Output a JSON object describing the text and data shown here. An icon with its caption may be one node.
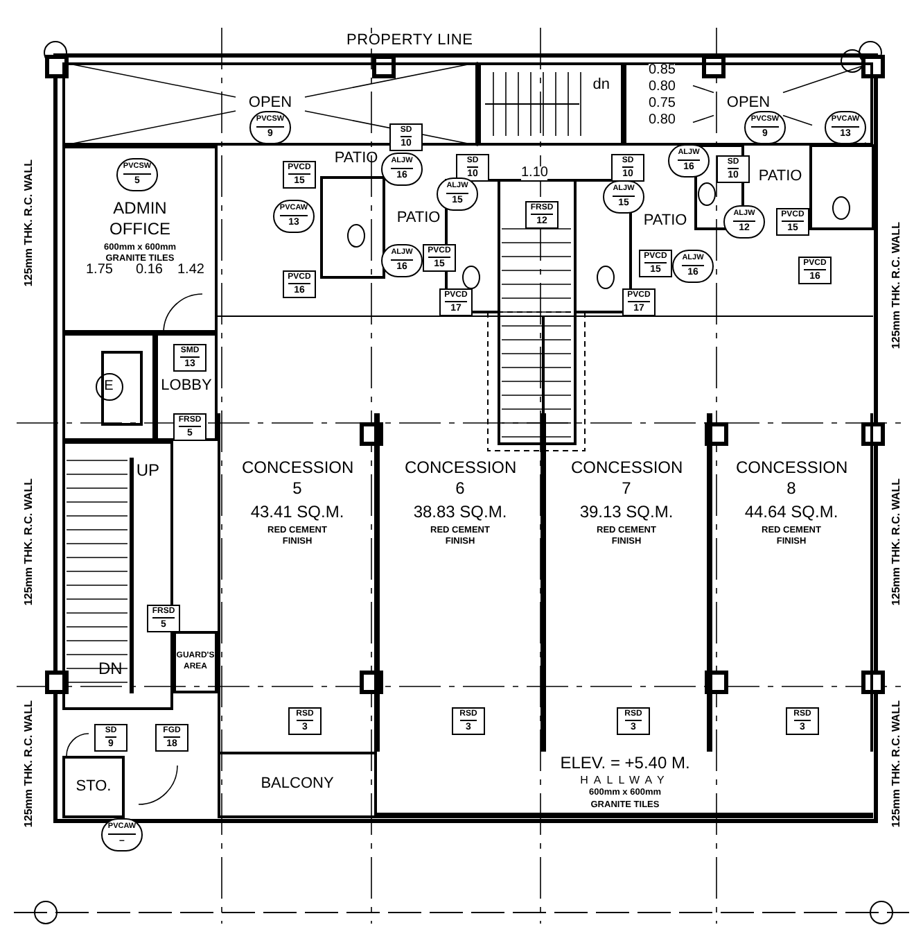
{
  "diagram": {
    "nodes": [
      {
        "text": [
          "OPEN"
        ]
      },
      {
        "text": [
          "dn"
        ]
      },
      {
        "text": [
          "OPEN"
        ]
      },
      {
        "text": [
          "ADMIN OFFICE",
          "600mm x 600mm GRANITE TILES"
        ]
      },
      {
        "text": [
          "E"
        ]
      },
      {
        "text": [
          "LOBBY"
        ]
      },
      {
        "text": [
          "UP",
          "DN"
        ]
      },
      {
        "text": [
          "GUARD'S AREA"
        ]
      },
      {
        "text": [
          "STO."
        ]
      },
      {
        "text": [
          "PATIO"
        ]
      },
      {
        "text": [
          "PATIO"
        ]
      },
      {
        "text": [
          "PATIO"
        ]
      },
      {
        "text": [
          "PATIO"
        ]
      },
      {
        "text": [
          "CONCESSION 5",
          "43.41 SQ.M.",
          "RED CEMENT FINISH"
        ]
      },
      {
        "text": [
          "CONCESSION 6",
          "38.83 SQ.M.",
          "RED CEMENT FINISH"
        ]
      },
      {
        "text": [
          "CONCESSION 7",
          "39.13 SQ.M.",
          "RED CEMENT FINISH"
        ]
      },
      {
        "text": [
          "CONCESSION 8",
          "44.64 SQ.M.",
          "RED CEMENT FINISH"
        ]
      },
      {
        "text": [
          "BALCONY"
        ]
      },
      {
        "text": [
          "ELEV. = +5.40 M.",
          "HALLWAY",
          "600mm x 600mm GRANITE TILES"
        ]
      },
      {
        "text": [
          "PVCSW",
          "9"
        ],
        "in": 0
      },
      {
        "text": [
          "SD",
          "10"
        ]
      },
      {
        "text": [
          "PVCSW",
          "9"
        ],
        "in": 2
      },
      {
        "text": [
          "PVCAW",
          "13"
        ],
        "in": 2
      },
      {
        "text": [
          "PVCSW",
          "5"
        ],
        "in": 3
      },
      {
        "text": [
          "PVCD",
          "15"
        ]
      },
      {
        "text": [
          "ALJW",
          "16"
        ]
      },
      {
        "text": [
          "SD",
          "10"
        ]
      },
      {
        "text": [
          "SD",
          "10"
        ]
      },
      {
        "text": [
          "ALJW",
          "16"
        ]
      },
      {
        "text": [
          "SD",
          "10"
        ]
      },
      {
        "text": [
          "PVCAW",
          "13"
        ]
      },
      {
        "text": [
          "ALJW",
          "15"
        ]
      },
      {
        "text": [
          "FRSD",
          "12"
        ]
      },
      {
        "text": [
          "ALJW",
          "15"
        ]
      },
      {
        "text": [
          "ALJW",
          "12"
        ]
      },
      {
        "text": [
          "PVCD",
          "15"
        ]
      },
      {
        "text": [
          "ALJW",
          "16"
        ]
      },
      {
        "text": [
          "PVCD",
          "15"
        ]
      },
      {
        "text": [
          "PVCD",
          "15"
        ]
      },
      {
        "text": [
          "ALJW",
          "16"
        ]
      },
      {
        "text": [
          "PVCD",
          "16"
        ]
      },
      {
        "text": [
          "PVCD",
          "16"
        ]
      },
      {
        "text": [
          "PVCD",
          "17"
        ]
      },
      {
        "text": [
          "PVCD",
          "17"
        ]
      },
      {
        "text": [
          "SMD",
          "13"
        ],
        "in": 5
      },
      {
        "text": [
          "FRSD",
          "5"
        ],
        "in": 5
      },
      {
        "text": [
          "FRSD",
          "5"
        ],
        "in": 6
      },
      {
        "text": [
          "RSD",
          "3"
        ],
        "in": 13
      },
      {
        "text": [
          "RSD",
          "3"
        ],
        "in": 14
      },
      {
        "text": [
          "RSD",
          "3"
        ],
        "in": 15
      },
      {
        "text": [
          "RSD",
          "3"
        ],
        "in": 16
      },
      {
        "text": [
          "SD",
          "9"
        ]
      },
      {
        "text": [
          "FGD",
          "18"
        ]
      },
      {
        "text": [
          "PVCAW",
          "–"
        ]
      }
    ],
    "labels": [
      "PROPERTY LINE",
      "0.85",
      "0.80",
      "0.75",
      "0.80",
      "1.10",
      "1.75",
      "0.16",
      "1.42",
      "125mm THK. R.C. WALL",
      "125mm THK. R.C. WALL",
      "125mm THK. R.C. WALL",
      "125mm THK. R.C. WALL",
      "125mm THK. R.C. WALL",
      "125mm THK. R.C. WALL"
    ]
  }
}
